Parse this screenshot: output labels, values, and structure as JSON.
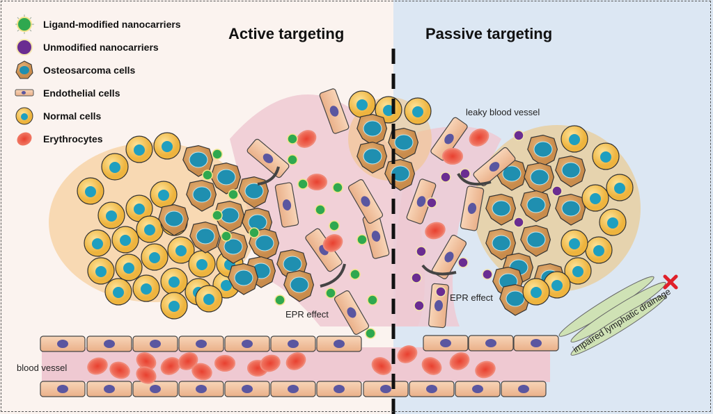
{
  "titles": {
    "active": "Active targeting",
    "passive": "Passive targeting"
  },
  "legend": [
    {
      "icon": "ligand-modified-nanocarrier-icon",
      "label": "Ligand-modified nanocarriers",
      "color": "#2fa84f"
    },
    {
      "icon": "unmodified-nanocarrier-icon",
      "label": "Unmodified nanocarriers",
      "color": "#6a2d91"
    },
    {
      "icon": "osteosarcoma-cell-icon",
      "label": "Osteosarcoma cells",
      "color": "#d9a060"
    },
    {
      "icon": "endothelial-cell-icon",
      "label": "Endothelial cells",
      "color": "#f2c29c"
    },
    {
      "icon": "normal-cell-icon",
      "label": "Normal cells",
      "color": "#f2c14e"
    },
    {
      "icon": "erythrocyte-icon",
      "label": "Erythrocytes",
      "color": "#e8493a"
    }
  ],
  "labels": {
    "leaky_vessel": "leaky blood vessel",
    "epr_left": "EPR effect",
    "epr_right": "EPR effect",
    "blood_vessel": "blood vessel",
    "lymphatic": "impaired lymphatic drainage"
  },
  "colors": {
    "active_bg": "#fbf3ef",
    "passive_bg": "#dce7f3",
    "vessel": "#efc9d2",
    "nucleus": "#1f8fb0",
    "blocked_x": "#e0202a"
  }
}
